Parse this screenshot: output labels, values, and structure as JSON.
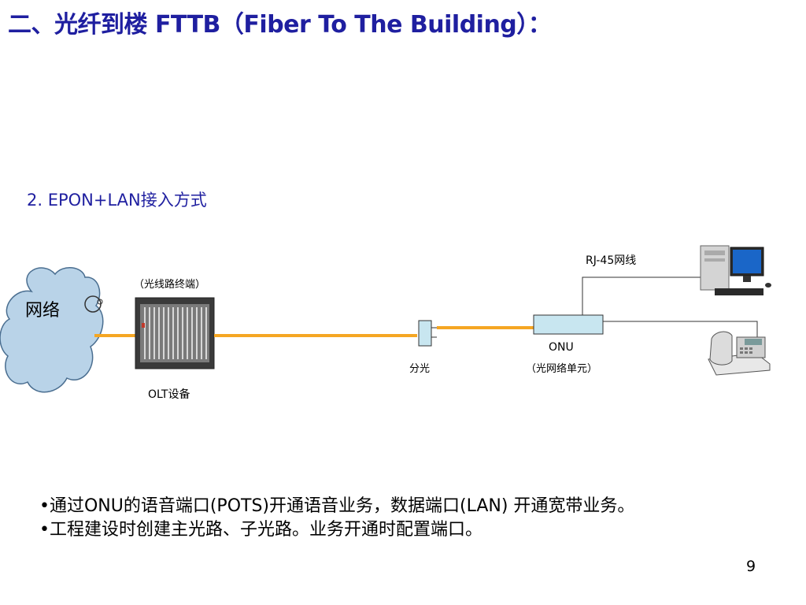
{
  "title": "二、光纤到楼 FTTB（Fiber To The Building）：",
  "subtitle": "2. EPON+LAN接入方式",
  "diagram": {
    "network": "网络",
    "olt_caption": "（光线路终端）",
    "olt_label": "OLT设备",
    "splitter_label": "分光",
    "onu_label": "ONU",
    "onu_caption": "（光网络单元）",
    "rj45_label": "RJ-45网线"
  },
  "bullets": [
    "•通过ONU的语音端口(POTS)开通语音业务，数据端口(LAN) 开通宽带业务。",
    "•工程建设时创建主光路、子光路。业务开通时配置端口。"
  ],
  "page_number": "9",
  "colors": {
    "title": "#1f1fa0",
    "fiber": "#f5a623",
    "cloud": "#b9d3e8",
    "onu": "#c8e6f0"
  }
}
